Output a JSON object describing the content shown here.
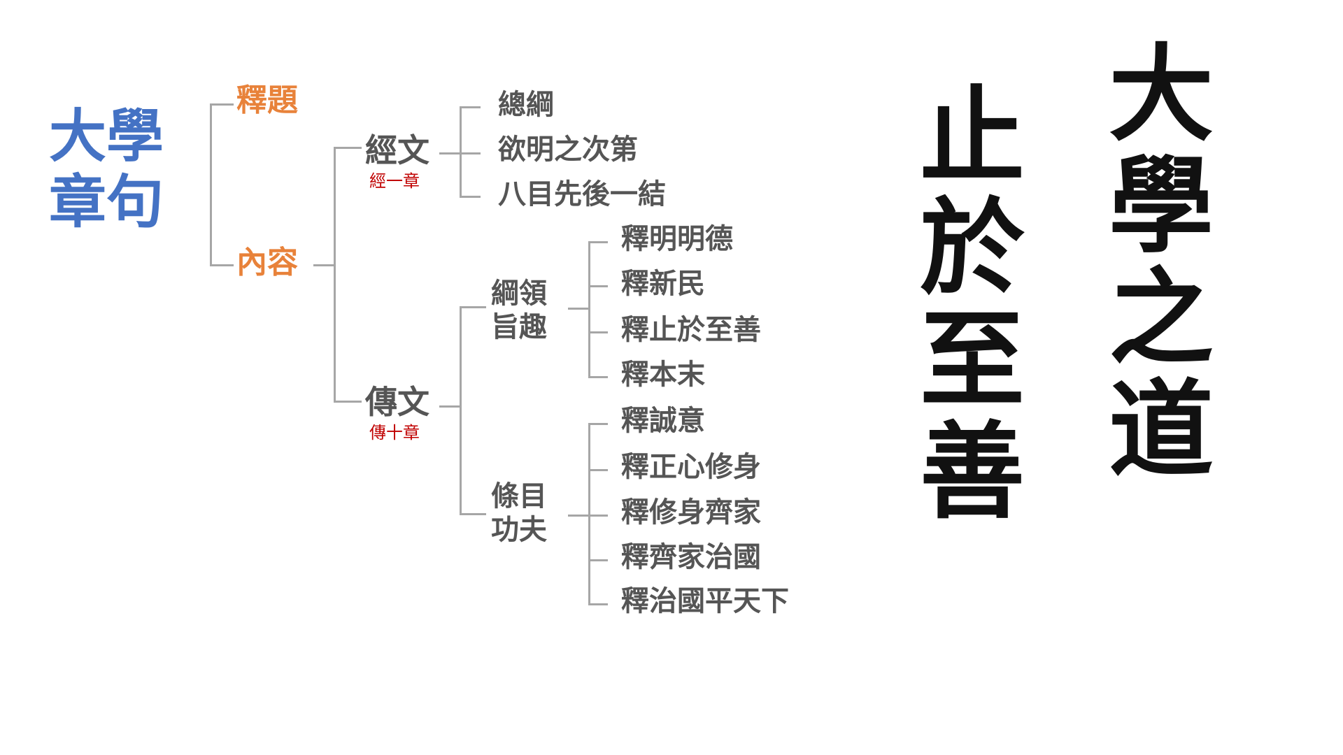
{
  "root": {
    "line1": "大學",
    "line2": "章句"
  },
  "level1": [
    {
      "label": "釋題"
    },
    {
      "label": "內容"
    }
  ],
  "jingwen": {
    "label": "經文",
    "sub": "經一章",
    "items": [
      "總綱",
      "欲明之次第",
      "八目先後一結"
    ]
  },
  "zhuanwen": {
    "label": "傳文",
    "sub": "傳十章"
  },
  "gangling": {
    "line1": "綱領",
    "line2": "旨趣",
    "items": [
      "釋明明德",
      "釋新民",
      "釋止於至善",
      "釋本末"
    ]
  },
  "tiaomu": {
    "line1": "條目",
    "line2": "功夫",
    "items": [
      "釋誠意",
      "釋正心修身",
      "釋修身齊家",
      "釋齊家治國",
      "釋治國平天下"
    ]
  },
  "calligraphy": {
    "right_column": [
      "大",
      "學",
      "之",
      "道"
    ],
    "left_column": [
      "止",
      "於",
      "至",
      "善"
    ]
  }
}
